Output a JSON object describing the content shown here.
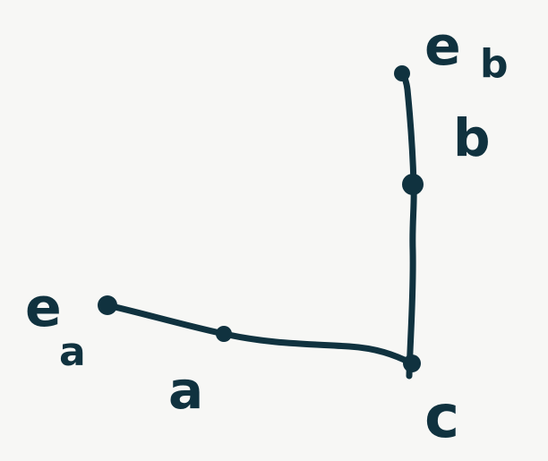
{
  "diagram": {
    "ink_color": "#10323f",
    "background_color": "#f7f7f5",
    "vertices": {
      "e_a": {
        "label_main": "e",
        "label_sub": "a"
      },
      "e_b": {
        "label_main": "e",
        "label_sub": "b"
      },
      "c": {
        "label": "c"
      }
    },
    "edges": {
      "a": {
        "label": "a"
      },
      "b": {
        "label": "b"
      }
    }
  }
}
